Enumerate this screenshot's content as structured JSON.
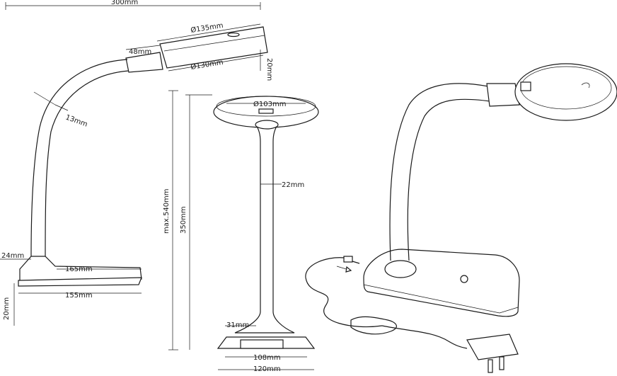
{
  "dimensions": {
    "overall_width": "300mm",
    "head_outer_diameter": "Ø135mm",
    "head_inner_diameter": "Ø130mm",
    "head_height": "20mm",
    "neck_length": "48mm",
    "neck_thickness": "13mm",
    "base_top_length": "165mm",
    "base_bottom_length": "155mm",
    "base_post_height": "24mm",
    "base_height": "20mm",
    "front_lens_diameter": "Ø103mm",
    "max_height": "max.540mm",
    "stem_height": "350mm",
    "stem_width": "22mm",
    "stem_bottom_width": "31mm",
    "base_inner_width": "108mm",
    "base_outer_width": "120mm"
  }
}
